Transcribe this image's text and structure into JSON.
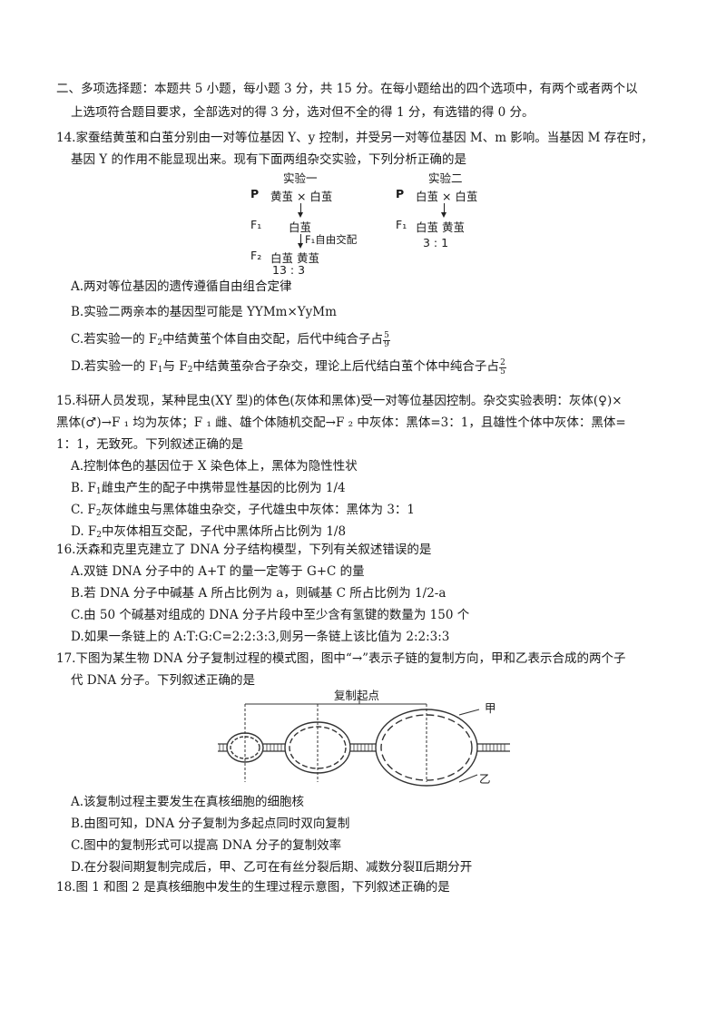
{
  "section_header": {
    "line1": "二、多项选择题：本题共 5 小题，每小题 3 分，共 15 分。在每小题给出的四个选项中，有两个或者两个以",
    "line2": "上选项符合题目要求，全部选对的得 3 分，选对但不全的得 1 分，有选错的得 0 分。"
  },
  "q14": {
    "stem1": "14.家蚕结黄茧和白茧分别由一对等位基因 Y、y 控制，并受另一对等位基因 M、m 影响。当基因 M 存在时，",
    "stem2": "基因 Y 的作用不能显现出来。现有下面两组杂交实验，下列分析正确的是",
    "diagram": {
      "exp1_title": "实验一",
      "exp2_title": "实验二",
      "p_label": "P",
      "f1_label": "F₁",
      "f2_label": "F₂",
      "exp1_p": "黄茧 × 白茧",
      "exp1_f1": "白茧",
      "exp1_note": "F₁自由交配",
      "exp1_f2": "白茧   黄茧",
      "exp1_ratio": "13  :  3",
      "exp2_p": "白茧 × 白茧",
      "exp2_f1": "白茧   黄茧",
      "exp2_ratio": "3  :  1"
    },
    "optA": "A.两对等位基因的遗传遵循自由组合定律",
    "optB": "B.实验二两亲本的基因型可能是  YYMm×YyMm",
    "optC_pre": "C.若实验一的 F",
    "optC_sub": "2",
    "optC_post": "中结黄茧个体自由交配，后代中纯合子占",
    "optC_num": "5",
    "optC_den": "9",
    "optD_pre": "D.若实验一的 F",
    "optD_sub1": "1",
    "optD_mid": "与  F",
    "optD_sub2": "2",
    "optD_post": "中结黄茧杂合子杂交，理论上后代结白茧个体中纯合子占",
    "optD_num": "2",
    "optD_den": "5"
  },
  "q15": {
    "stem1": "15.科研人员发现，某种昆虫(XY 型)的体色(灰体和黑体)受一对等位基因控制。杂交实验表明：灰体(♀)×",
    "stem2": "黑体(♂)→F ₁ 均为灰体；F ₁ 雌、雄个体随机交配→F ₂ 中灰体：黑体=3：1，且雄性个体中灰体：黑体=",
    "stem3": "1：1，无致死。下列叙述正确的是",
    "optA": "A.控制体色的基因位于  X 染色体上，黑体为隐性性状",
    "optB_pre": "B. F",
    "optB_sub": "1",
    "optB_post": "雌虫产生的配子中携带显性基因的比例为  1/4",
    "optC_pre": "C. F",
    "optC_sub": "2",
    "optC_post": "灰体雌虫与黑体雄虫杂交，子代雄虫中灰体：黑体为  3：1",
    "optD_pre": "D. F",
    "optD_sub": "2",
    "optD_post": "中灰体相互交配，子代中黑体所占比例为  1/8"
  },
  "q16": {
    "stem": "16.沃森和克里克建立了  DNA 分子结构模型，下列有关叙述错误的是",
    "optA": "A.双链  DNA 分子中的   A+T 的量一定等于   G+C 的量",
    "optB": "B.若  DNA 分子中碱基 A 所占比例为  a，则碱基 C 所占比例为 1/2-a",
    "optC": "C.由  50 个碱基对组成的   DNA 分子片段中至少含有氢键的数量为  150 个",
    "optD": "D.如果一条链上的  A:T:G:C=2:2:3:3,则另一条链上该比值为  2:2:3:3"
  },
  "q17": {
    "stem1": "17.下图为某生物  DNA 分子复制过程的模式图，图中“→”表示子链的复制方向，甲和乙表示合成的两个子",
    "stem2": "代  DNA 分子。下列叙述正确的是",
    "diagram": {
      "origin_label": "复制起点",
      "label_jia": "甲",
      "label_yi": "乙"
    },
    "optA": "A.该复制过程主要发生在真核细胞的细胞核",
    "optB": "B.由图可知，DNA 分子复制为多起点同时双向复制",
    "optC": "C.图中的复制形式可以提高  DNA 分子的复制效率",
    "optD": "D.在分裂间期复制完成后，甲、乙可在有丝分裂后期、减数分裂Ⅱ后期分开"
  },
  "q18": {
    "stem": "18.图  1 和图  2 是真核细胞中发生的生理过程示意图，下列叙述正确的是"
  }
}
